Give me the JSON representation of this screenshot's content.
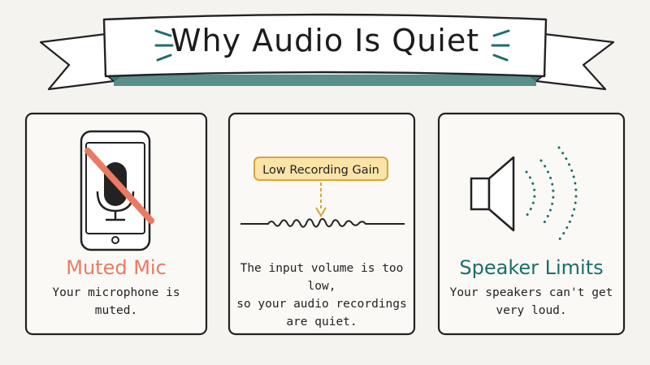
{
  "title": "Why Audio Is Quiet",
  "colors": {
    "accent_red": "#ea7a62",
    "accent_teal": "#1c6e6a",
    "label_fill": "#fbe4a8",
    "label_border": "#d9a33b",
    "panel_bg": "#faf9f6",
    "ink": "#222222"
  },
  "panels": [
    {
      "title": "Muted Mic",
      "text": [
        "Your microphone is",
        "muted."
      ],
      "icon": "muted-microphone-phone-icon"
    },
    {
      "label": "Low Recording Gain",
      "text": [
        "The input volume is too low,",
        "so your audio recordings",
        "are quiet."
      ],
      "icon": "waveform-icon"
    },
    {
      "title": "Speaker Limits",
      "text": [
        "Your speakers can't get",
        "very loud."
      ],
      "icon": "speaker-icon"
    }
  ]
}
